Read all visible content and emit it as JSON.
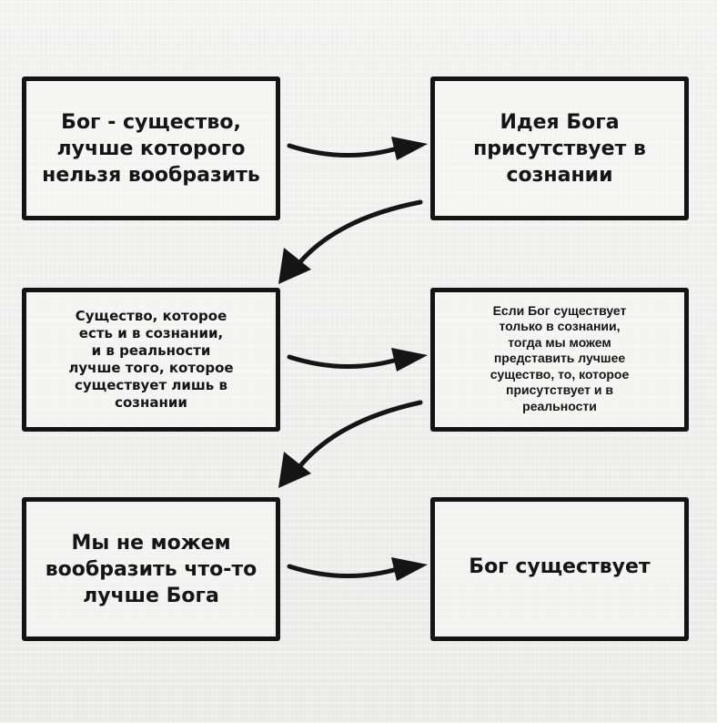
{
  "boxes": [
    {
      "id": "b1",
      "text": "Бог - существо,\nлучше которого\nнельзя вообразить"
    },
    {
      "id": "b2",
      "text": "Идея  Бога\nприсутствует в\nсознании"
    },
    {
      "id": "b3",
      "text": "Существо, которое\nесть и в сознании,\nи в реальности\nлучше того, которое\nсуществует лишь в\nсознании"
    },
    {
      "id": "b4",
      "text": "Если Бог существует\nтолько в сознании,\nтогда мы можем\nпредставить лучшее\nсущество, то, которое\nприсутствует и в\nреальности"
    },
    {
      "id": "b5",
      "text": "Мы не можем\nвообразить что-то\nлучше Бога"
    },
    {
      "id": "b6",
      "text": "Бог существует"
    }
  ]
}
